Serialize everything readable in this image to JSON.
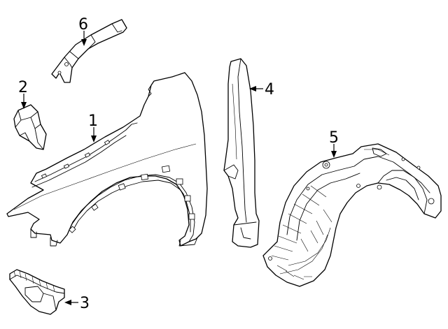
{
  "callouts": {
    "c1": "1",
    "c2": "2",
    "c3": "3",
    "c4": "4",
    "c5": "5",
    "c6": "6"
  },
  "parts": {
    "p1": "fender-icon",
    "p2": "fender-bracket-icon",
    "p3": "lower-bracket-icon",
    "p4": "insulator-icon",
    "p5": "fender-liner-icon",
    "p6": "upper-reinforcement-icon"
  },
  "colors": {
    "line": "#000000",
    "background": "#ffffff"
  }
}
